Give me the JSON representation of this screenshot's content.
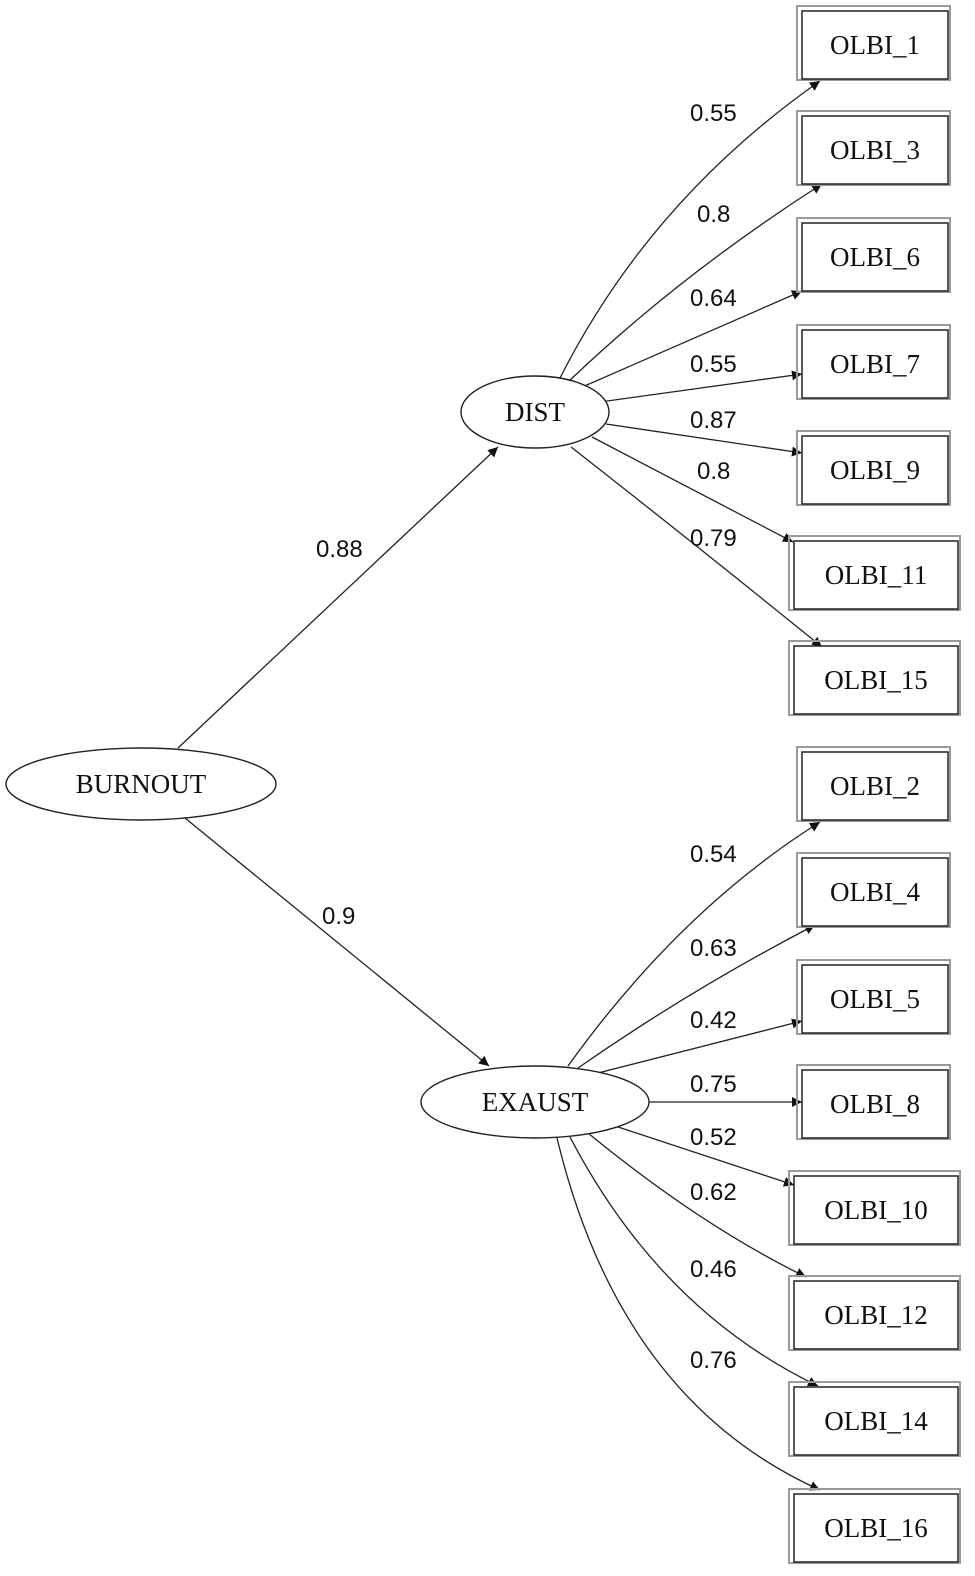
{
  "latent": {
    "burnout": "BURNOUT",
    "dist": "DIST",
    "exaust": "EXAUST"
  },
  "structural": [
    {
      "to": "dist",
      "loading": "0.88"
    },
    {
      "to": "exaust",
      "loading": "0.9"
    }
  ],
  "indicators": {
    "dist": [
      {
        "label": "OLBI_1",
        "loading": "0.55"
      },
      {
        "label": "OLBI_3",
        "loading": "0.8"
      },
      {
        "label": "OLBI_6",
        "loading": "0.64"
      },
      {
        "label": "OLBI_7",
        "loading": "0.55"
      },
      {
        "label": "OLBI_9",
        "loading": "0.87"
      },
      {
        "label": "OLBI_11",
        "loading": "0.8"
      },
      {
        "label": "OLBI_15",
        "loading": "0.79"
      }
    ],
    "exaust": [
      {
        "label": "OLBI_2",
        "loading": "0.54"
      },
      {
        "label": "OLBI_4",
        "loading": "0.63"
      },
      {
        "label": "OLBI_5",
        "loading": "0.42"
      },
      {
        "label": "OLBI_8",
        "loading": "0.75"
      },
      {
        "label": "OLBI_10",
        "loading": "0.52"
      },
      {
        "label": "OLBI_12",
        "loading": "0.62"
      },
      {
        "label": "OLBI_14",
        "loading": "0.46"
      },
      {
        "label": "OLBI_16",
        "loading": "0.76"
      }
    ]
  }
}
